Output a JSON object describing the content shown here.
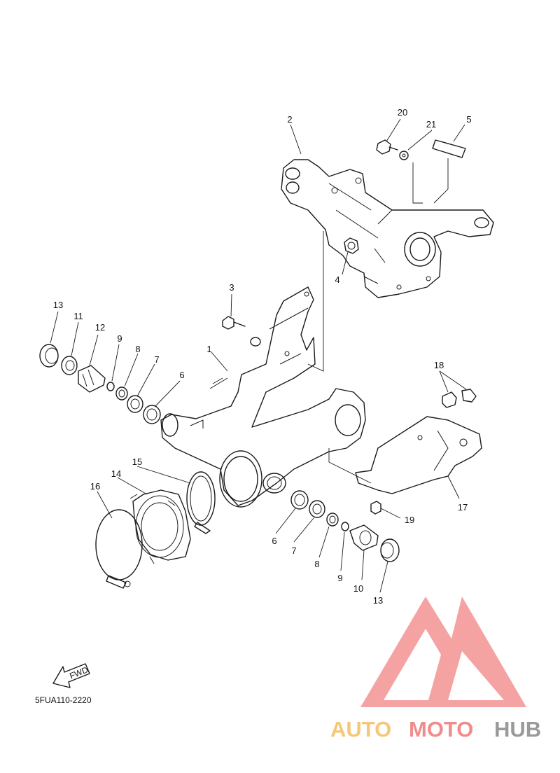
{
  "diagram_code": "5FUA110-2220",
  "fwd_label": "FWD",
  "callouts": [
    {
      "id": "c1",
      "label": "1"
    },
    {
      "id": "c2",
      "label": "2"
    },
    {
      "id": "c3",
      "label": "3"
    },
    {
      "id": "c4",
      "label": "4"
    },
    {
      "id": "c5",
      "label": "5"
    },
    {
      "id": "c6a",
      "label": "6"
    },
    {
      "id": "c6b",
      "label": "6"
    },
    {
      "id": "c7a",
      "label": "7"
    },
    {
      "id": "c7b",
      "label": "7"
    },
    {
      "id": "c8a",
      "label": "8"
    },
    {
      "id": "c8b",
      "label": "8"
    },
    {
      "id": "c9a",
      "label": "9"
    },
    {
      "id": "c9b",
      "label": "9"
    },
    {
      "id": "c10",
      "label": "10"
    },
    {
      "id": "c11",
      "label": "11"
    },
    {
      "id": "c12",
      "label": "12"
    },
    {
      "id": "c13a",
      "label": "13"
    },
    {
      "id": "c13b",
      "label": "13"
    },
    {
      "id": "c14",
      "label": "14"
    },
    {
      "id": "c15",
      "label": "15"
    },
    {
      "id": "c16",
      "label": "16"
    },
    {
      "id": "c17",
      "label": "17"
    },
    {
      "id": "c18",
      "label": "18"
    },
    {
      "id": "c19",
      "label": "19"
    },
    {
      "id": "c20",
      "label": "20"
    },
    {
      "id": "c21",
      "label": "21"
    }
  ],
  "watermark": {
    "part1": "AUTO",
    "part2": "MOTO",
    "part3": "HUB",
    "color1": "#f5c77a",
    "color2": "#f28b8b",
    "color3": "#9a9a9a",
    "logo_color": "#f28b8b"
  }
}
